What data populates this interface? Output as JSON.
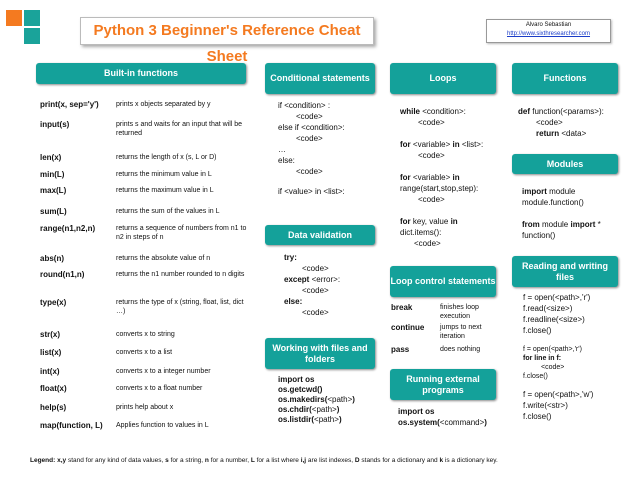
{
  "title": "Python 3 Beginner's Reference Cheat Sheet",
  "author": {
    "name": "Alvaro Sebastian",
    "url": "http://www.sixthresearcher.com"
  },
  "builtin": {
    "header": "Built-in functions",
    "rows": [
      {
        "code": "print(x, sep='y')",
        "desc": "prints x objects separated by y"
      },
      {
        "code": "input(s)",
        "desc": "prints s and waits for an input that will be returned"
      },
      {
        "code": "len(x)",
        "desc": "returns the length of x (s, L or D)"
      },
      {
        "code": "min(L)",
        "desc": "returns the minimum value in L"
      },
      {
        "code": "max(L)",
        "desc": "returns the maximum value in L"
      },
      {
        "code": "sum(L)",
        "desc": "returns the sum of the values in L"
      },
      {
        "code": "range(n1,n2,n)",
        "desc": "returns a sequence of numbers from n1 to n2 in steps of n"
      },
      {
        "code": "abs(n)",
        "desc": "returns the absolute value of n"
      },
      {
        "code": "round(n1,n)",
        "desc": "returns the n1 number rounded to n digits"
      },
      {
        "code": "type(x)",
        "desc": "returns the type of x (string, float, list, dict …)"
      },
      {
        "code": "str(x)",
        "desc": "converts x to string"
      },
      {
        "code": "list(x)",
        "desc": "converts x to a list"
      },
      {
        "code": "int(x)",
        "desc": "converts x to a integer number"
      },
      {
        "code": "float(x)",
        "desc": "converts x to a float number"
      },
      {
        "code": "help(s)",
        "desc": "prints help about x"
      },
      {
        "code": "map(function, L)",
        "desc": "Applies function to values in L"
      }
    ]
  },
  "conditional": {
    "header": "Conditional statements",
    "l1a": "if",
    "l1b": "<condition>",
    "l1c": ":",
    "l2": "<code>",
    "l3a": "else if",
    "l3b": "<condition>",
    "l3c": ":",
    "l4": "<code>",
    "l5": "…",
    "l6": "else:",
    "l7": "<code>",
    "l8a": "if",
    "l8b": "<value>",
    "l8c": "in",
    "l8d": "<list>",
    "l8e": ":"
  },
  "validation": {
    "header": "Data validation",
    "l1": "try:",
    "l2": "<code>",
    "l3a": "except",
    "l3b": "<error>",
    "l3c": ":",
    "l4": "<code>",
    "l5": "else:",
    "l6": "<code>"
  },
  "files": {
    "header": "Working with files and folders",
    "l1": "import os",
    "l2": "os.getcwd()",
    "l3a": "os.makedirs(",
    "l3b": "<path>",
    "l3c": ")",
    "l4a": "os.chdir(",
    "l4b": "<path>",
    "l4c": ")",
    "l5a": "os.listdir(",
    "l5b": "<path>",
    "l5c": ")"
  },
  "loops": {
    "header": "Loops",
    "l1a": "while",
    "l1b": "<condition>",
    "l1c": ":",
    "l2": "<code>",
    "l3a": "for",
    "l3b": "<variable>",
    "l3c": "in",
    "l3d": "<list>",
    "l3e": ":",
    "l4": "<code>",
    "l5a": "for",
    "l5b": "<variable>",
    "l5c": "in",
    "l6": "range(start,stop,step):",
    "l7": "<code>",
    "l8a": "for",
    "l8b": "key, value",
    "l8c": "in",
    "l9": "dict.items():",
    "l10": "<code>"
  },
  "loopcontrol": {
    "header": "Loop control statements",
    "rows": [
      {
        "kw": "break",
        "desc": "finishes loop execution"
      },
      {
        "kw": "continue",
        "desc": "jumps to next iteration"
      },
      {
        "kw": "pass",
        "desc": "does nothing"
      }
    ]
  },
  "external": {
    "header": "Running external programs",
    "l1": "import os",
    "l2a": "os.system(",
    "l2b": "<command>",
    "l2c": ")"
  },
  "functions": {
    "header": "Functions",
    "l1a": "def",
    "l1b": "function(",
    "l1c": "<params>",
    "l1d": "):",
    "l2": "<code>",
    "l3a": "return",
    "l3b": "<data>"
  },
  "modules": {
    "header": "Modules",
    "l1a": "import",
    "l1b": "module",
    "l2": "module.function()",
    "l3a": "from",
    "l3b": "module",
    "l3c": "import",
    "l3d": "*",
    "l4": "function()"
  },
  "reading": {
    "header": "Reading and writing files",
    "l1a": "f = open(",
    "l1b": "<path>",
    "l1c": ",'r')",
    "l2a": "f.read(",
    "l2b": "<size>",
    "l2c": ")",
    "l3a": "f.readline(",
    "l3b": "<size>",
    "l3c": ")",
    "l4": "f.close()",
    "l5a": "f = open(",
    "l5b": "<path>",
    "l5c": ",'r')",
    "l6": "for line in f:",
    "l7": "<code>",
    "l8": "f.close()",
    "l9a": "f = open(",
    "l9b": "<path>",
    "l9c": ",'w')",
    "l10a": "f.write(",
    "l10b": "<str>",
    "l10c": ")",
    "l11": "f.close()"
  },
  "legend": {
    "label": "Legend:",
    "p1": "x,y",
    "t1": " stand for any kind of data values, ",
    "p2": "s",
    "t2": " for a string, ",
    "p3": "n",
    "t3": " for a number, ",
    "p4": "L",
    "t4": " for a list where ",
    "p5": "i,j",
    "t5": " are list indexes, ",
    "p6": "D",
    "t6": " stands for a dictionary and ",
    "p7": "k",
    "t7": " is a dictionary key."
  }
}
